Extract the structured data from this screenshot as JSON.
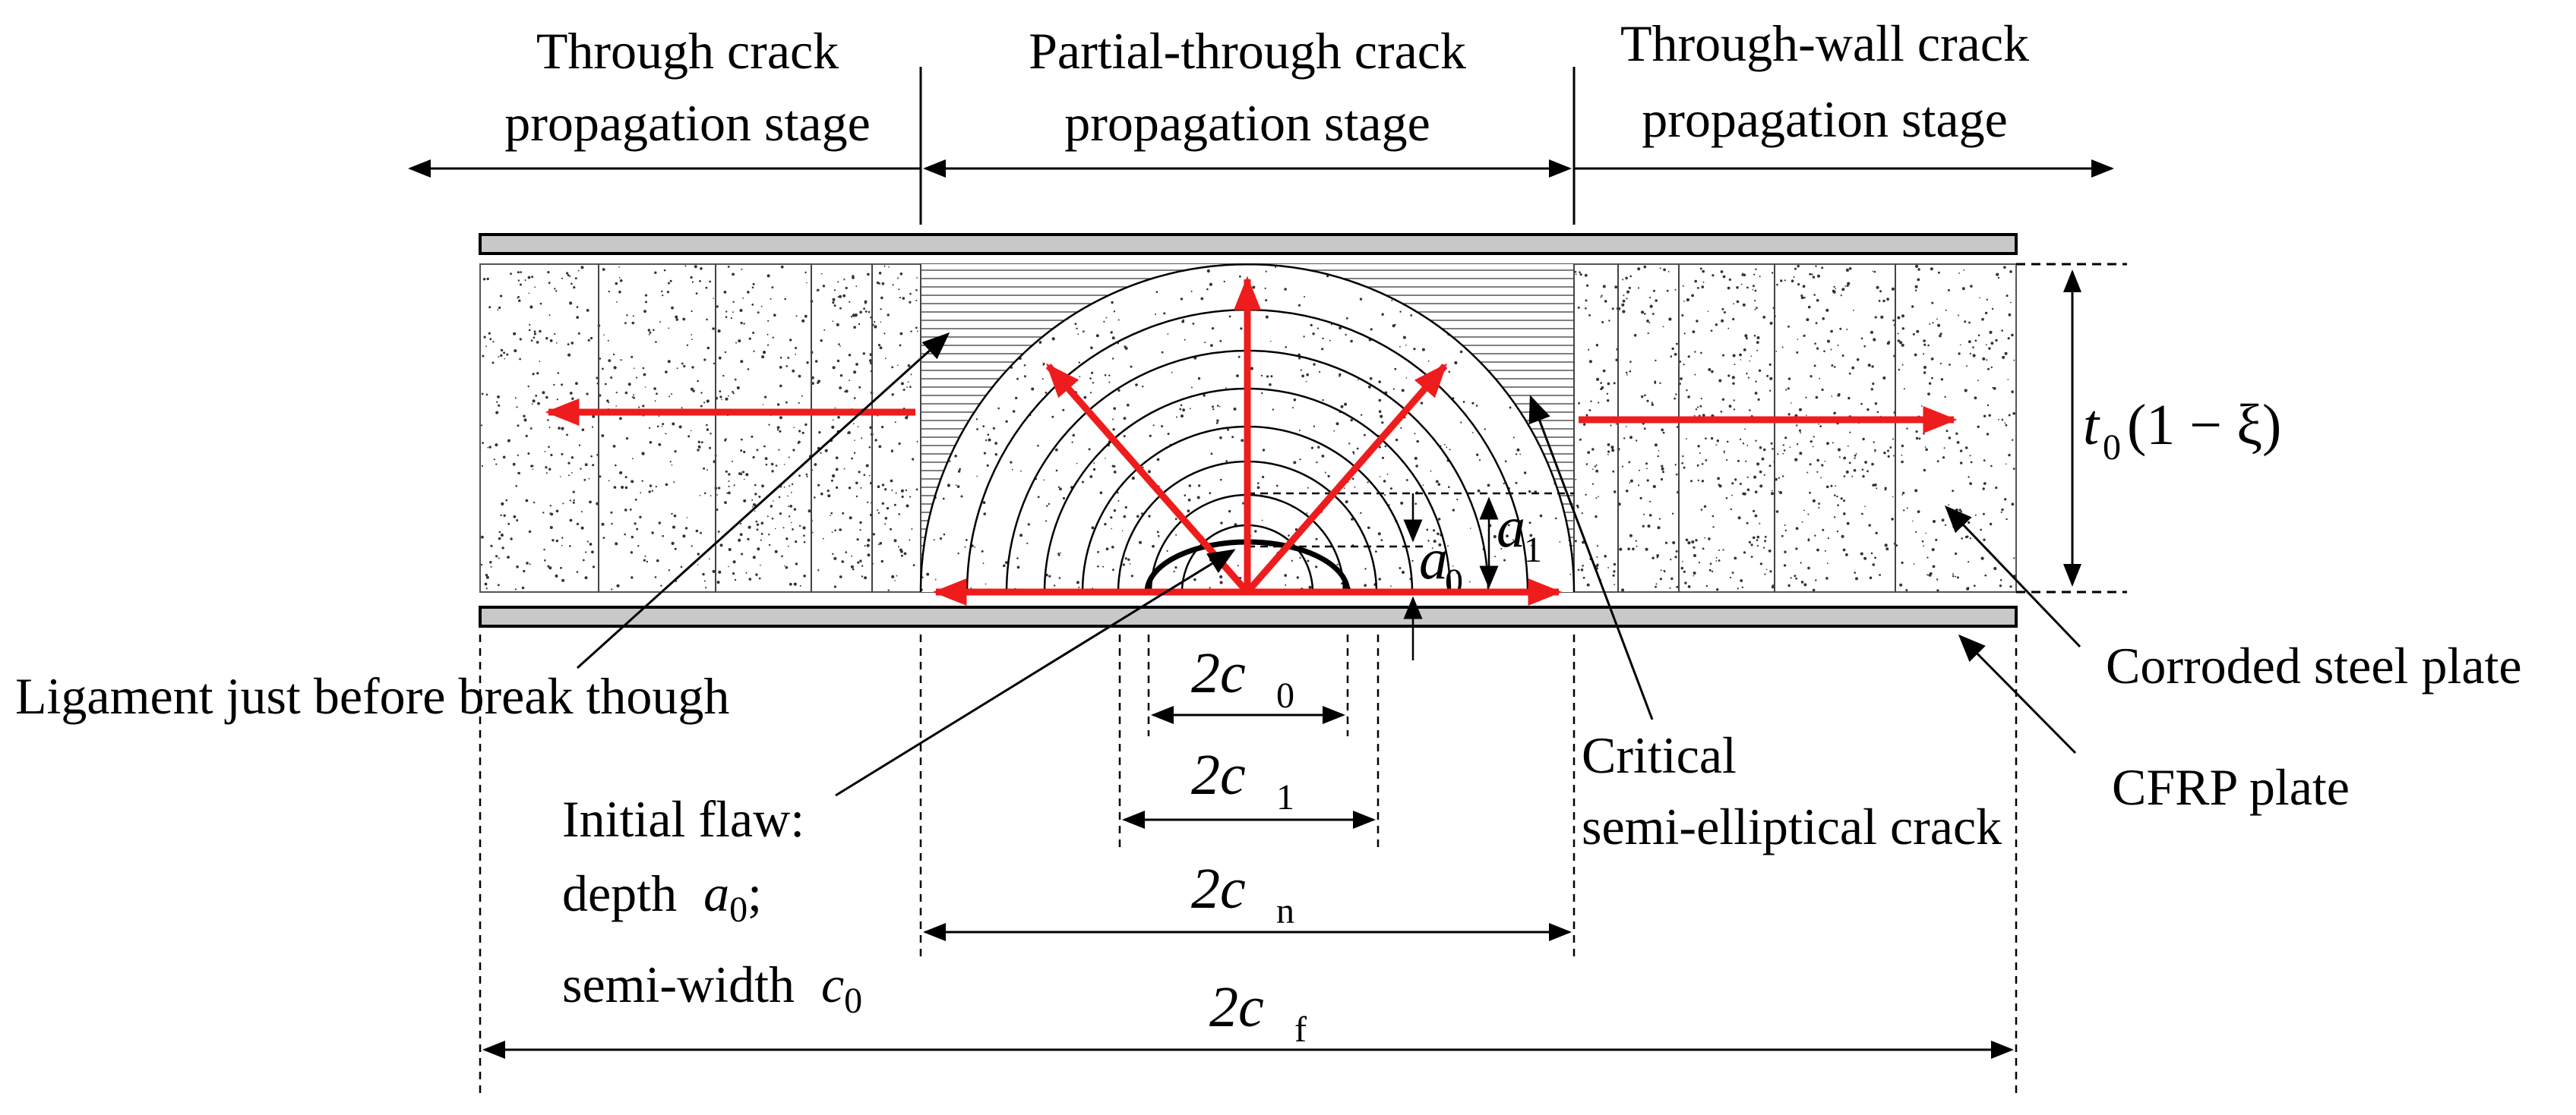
{
  "stages": {
    "through_crack": [
      "Through crack",
      "propagation stage"
    ],
    "partial_through": [
      "Partial-through crack",
      "propagation stage"
    ],
    "through_wall": [
      "Through-wall crack",
      "propagation stage"
    ]
  },
  "thickness": {
    "t": "t",
    "t_sub": "0",
    "expr": "(1 − ξ)"
  },
  "depths": {
    "a0": "a",
    "a0_sub": "0",
    "a1": "a",
    "a1_sub": "1"
  },
  "widths": {
    "c0": "2c",
    "c0_sub": "0",
    "c1": "2c",
    "c1_sub": "1",
    "cn": "2c",
    "cn_sub": "n",
    "cf": "2c",
    "cf_sub": "f"
  },
  "labels": {
    "ligament": "Ligament just before break though",
    "initial_flaw": [
      "Initial flaw:",
      "depth",
      "a",
      "0",
      ";",
      "semi-width",
      "c",
      "0"
    ],
    "critical": [
      "Critical",
      "semi-elliptical crack"
    ],
    "corroded": "Corroded steel plate",
    "cfrp": "CFRP plate"
  },
  "colors": {
    "arrow_red": "#ee1c1c",
    "plate_gray": "#c8c8c8",
    "stipple": "#333333"
  }
}
